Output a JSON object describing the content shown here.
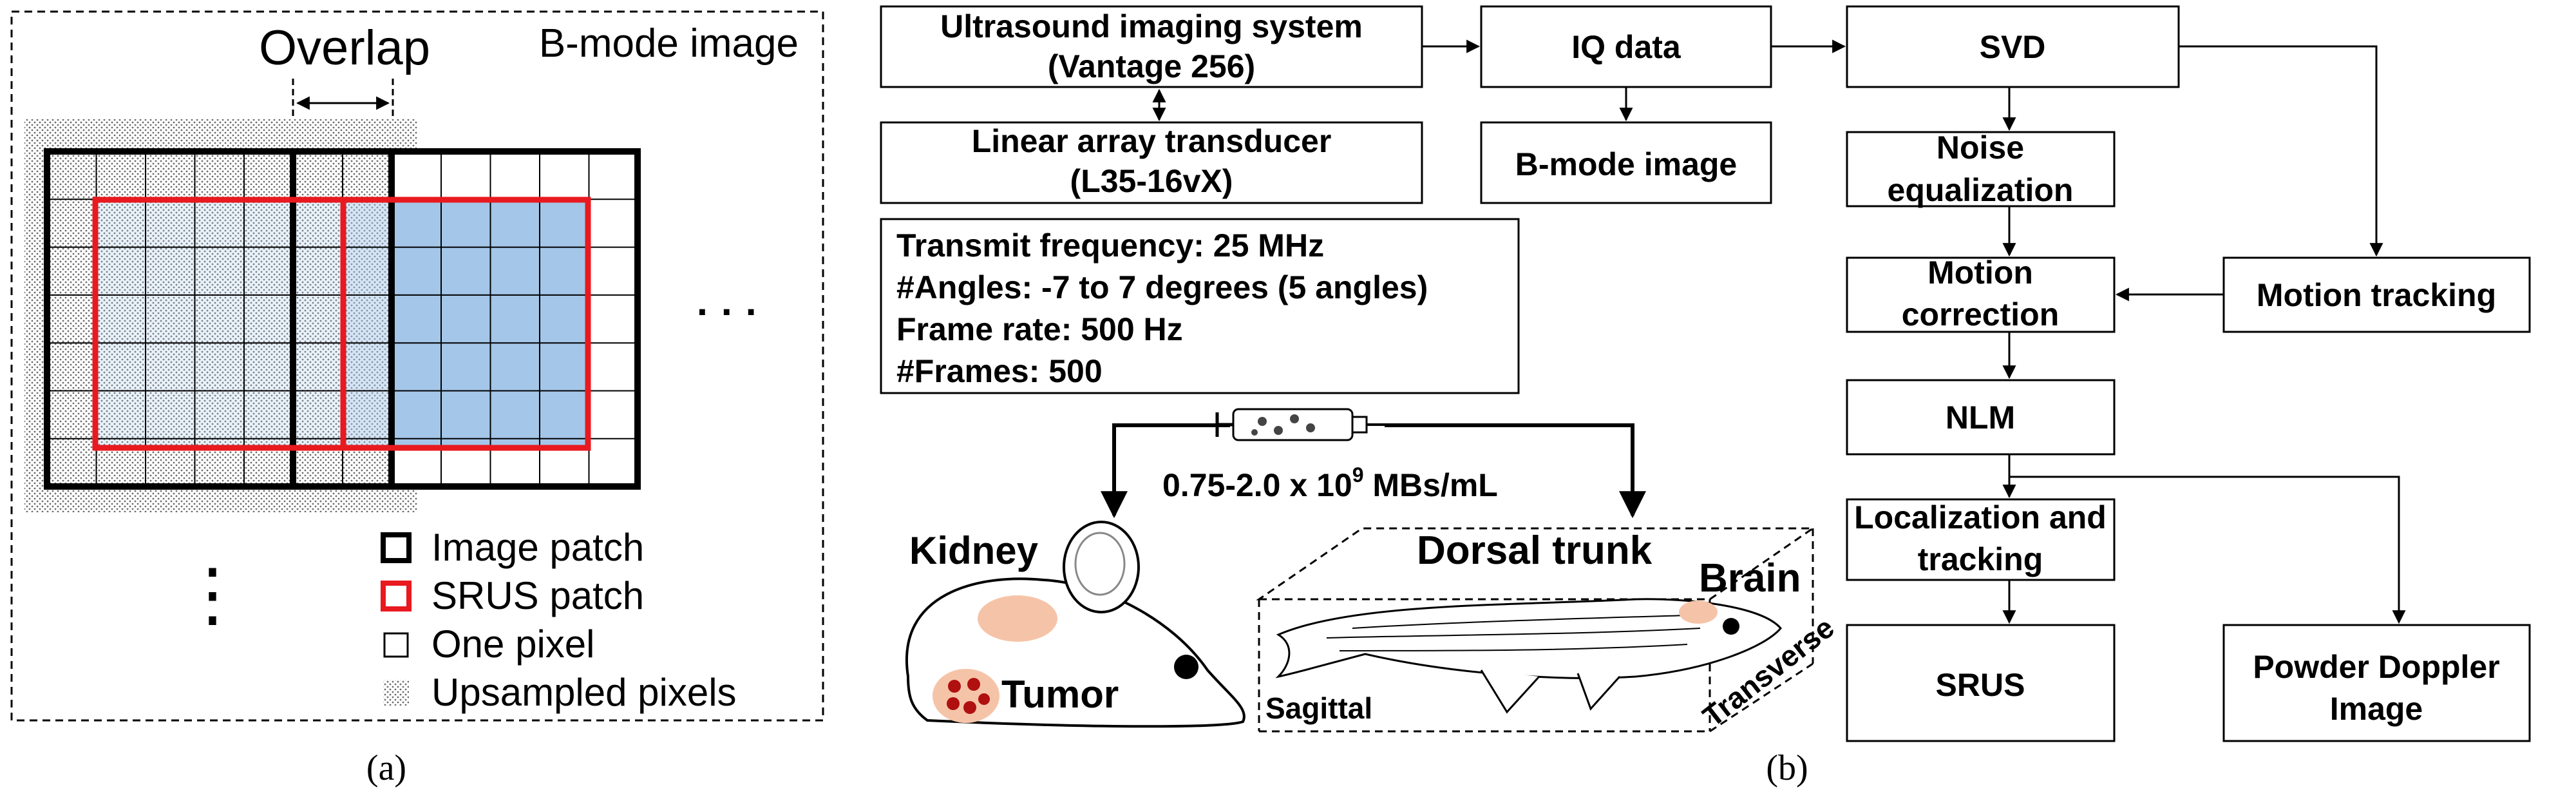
{
  "panel_a": {
    "caption": "(a)",
    "title": "B-mode image",
    "overlap_label": "Overlap",
    "ellipsis_right": "· · ·",
    "ellipsis_down": "⋮",
    "legend": [
      {
        "key": "image_patch",
        "label": "Image patch"
      },
      {
        "key": "srus_patch",
        "label": "SRUS patch"
      },
      {
        "key": "one_pixel",
        "label": "One pixel"
      },
      {
        "key": "upsampled",
        "label": "Upsampled pixels"
      }
    ],
    "colors": {
      "srus_patch": "#e8191f",
      "fill_blue": "#a4c6e8",
      "upsampled_dots": "#6b6b6b"
    }
  },
  "panel_b": {
    "caption": "(b)",
    "boxes": {
      "ultrasound_system": [
        "Ultrasound imaging system",
        "(Vantage 256)"
      ],
      "transducer": [
        "Linear array transducer",
        "(L35-16vX)"
      ],
      "iq_data": [
        "IQ data"
      ],
      "bmode": [
        "B-mode image"
      ],
      "svd": [
        "SVD"
      ],
      "noise_eq": [
        "Noise",
        "equalization"
      ],
      "motion_correction": [
        "Motion",
        "correction"
      ],
      "motion_tracking": [
        "Motion tracking"
      ],
      "nlm": [
        "NLM"
      ],
      "localization": [
        "Localization and",
        "tracking"
      ],
      "srus": [
        "SRUS"
      ],
      "power_doppler": [
        "Powder Doppler",
        "Image"
      ]
    },
    "params": [
      "Transmit frequency: 25 MHz",
      "#Angles: -7 to 7 degrees (5 angles)",
      "Frame rate: 500 Hz",
      "#Frames: 500"
    ],
    "concentration": {
      "prefix": "0.75-2.0 x 10",
      "exponent": "9",
      "suffix": " MBs/mL"
    },
    "mouse_labels": {
      "kidney": "Kidney",
      "tumor": "Tumor"
    },
    "fish_labels": {
      "dorsal_trunk": "Dorsal trunk",
      "brain": "Brain",
      "sagittal": "Sagittal",
      "transverse": "Transverse"
    },
    "colors": {
      "kidney": "#f5c4a8",
      "tumor_dots": "#b01010",
      "brain": "#f5c4a8"
    }
  }
}
